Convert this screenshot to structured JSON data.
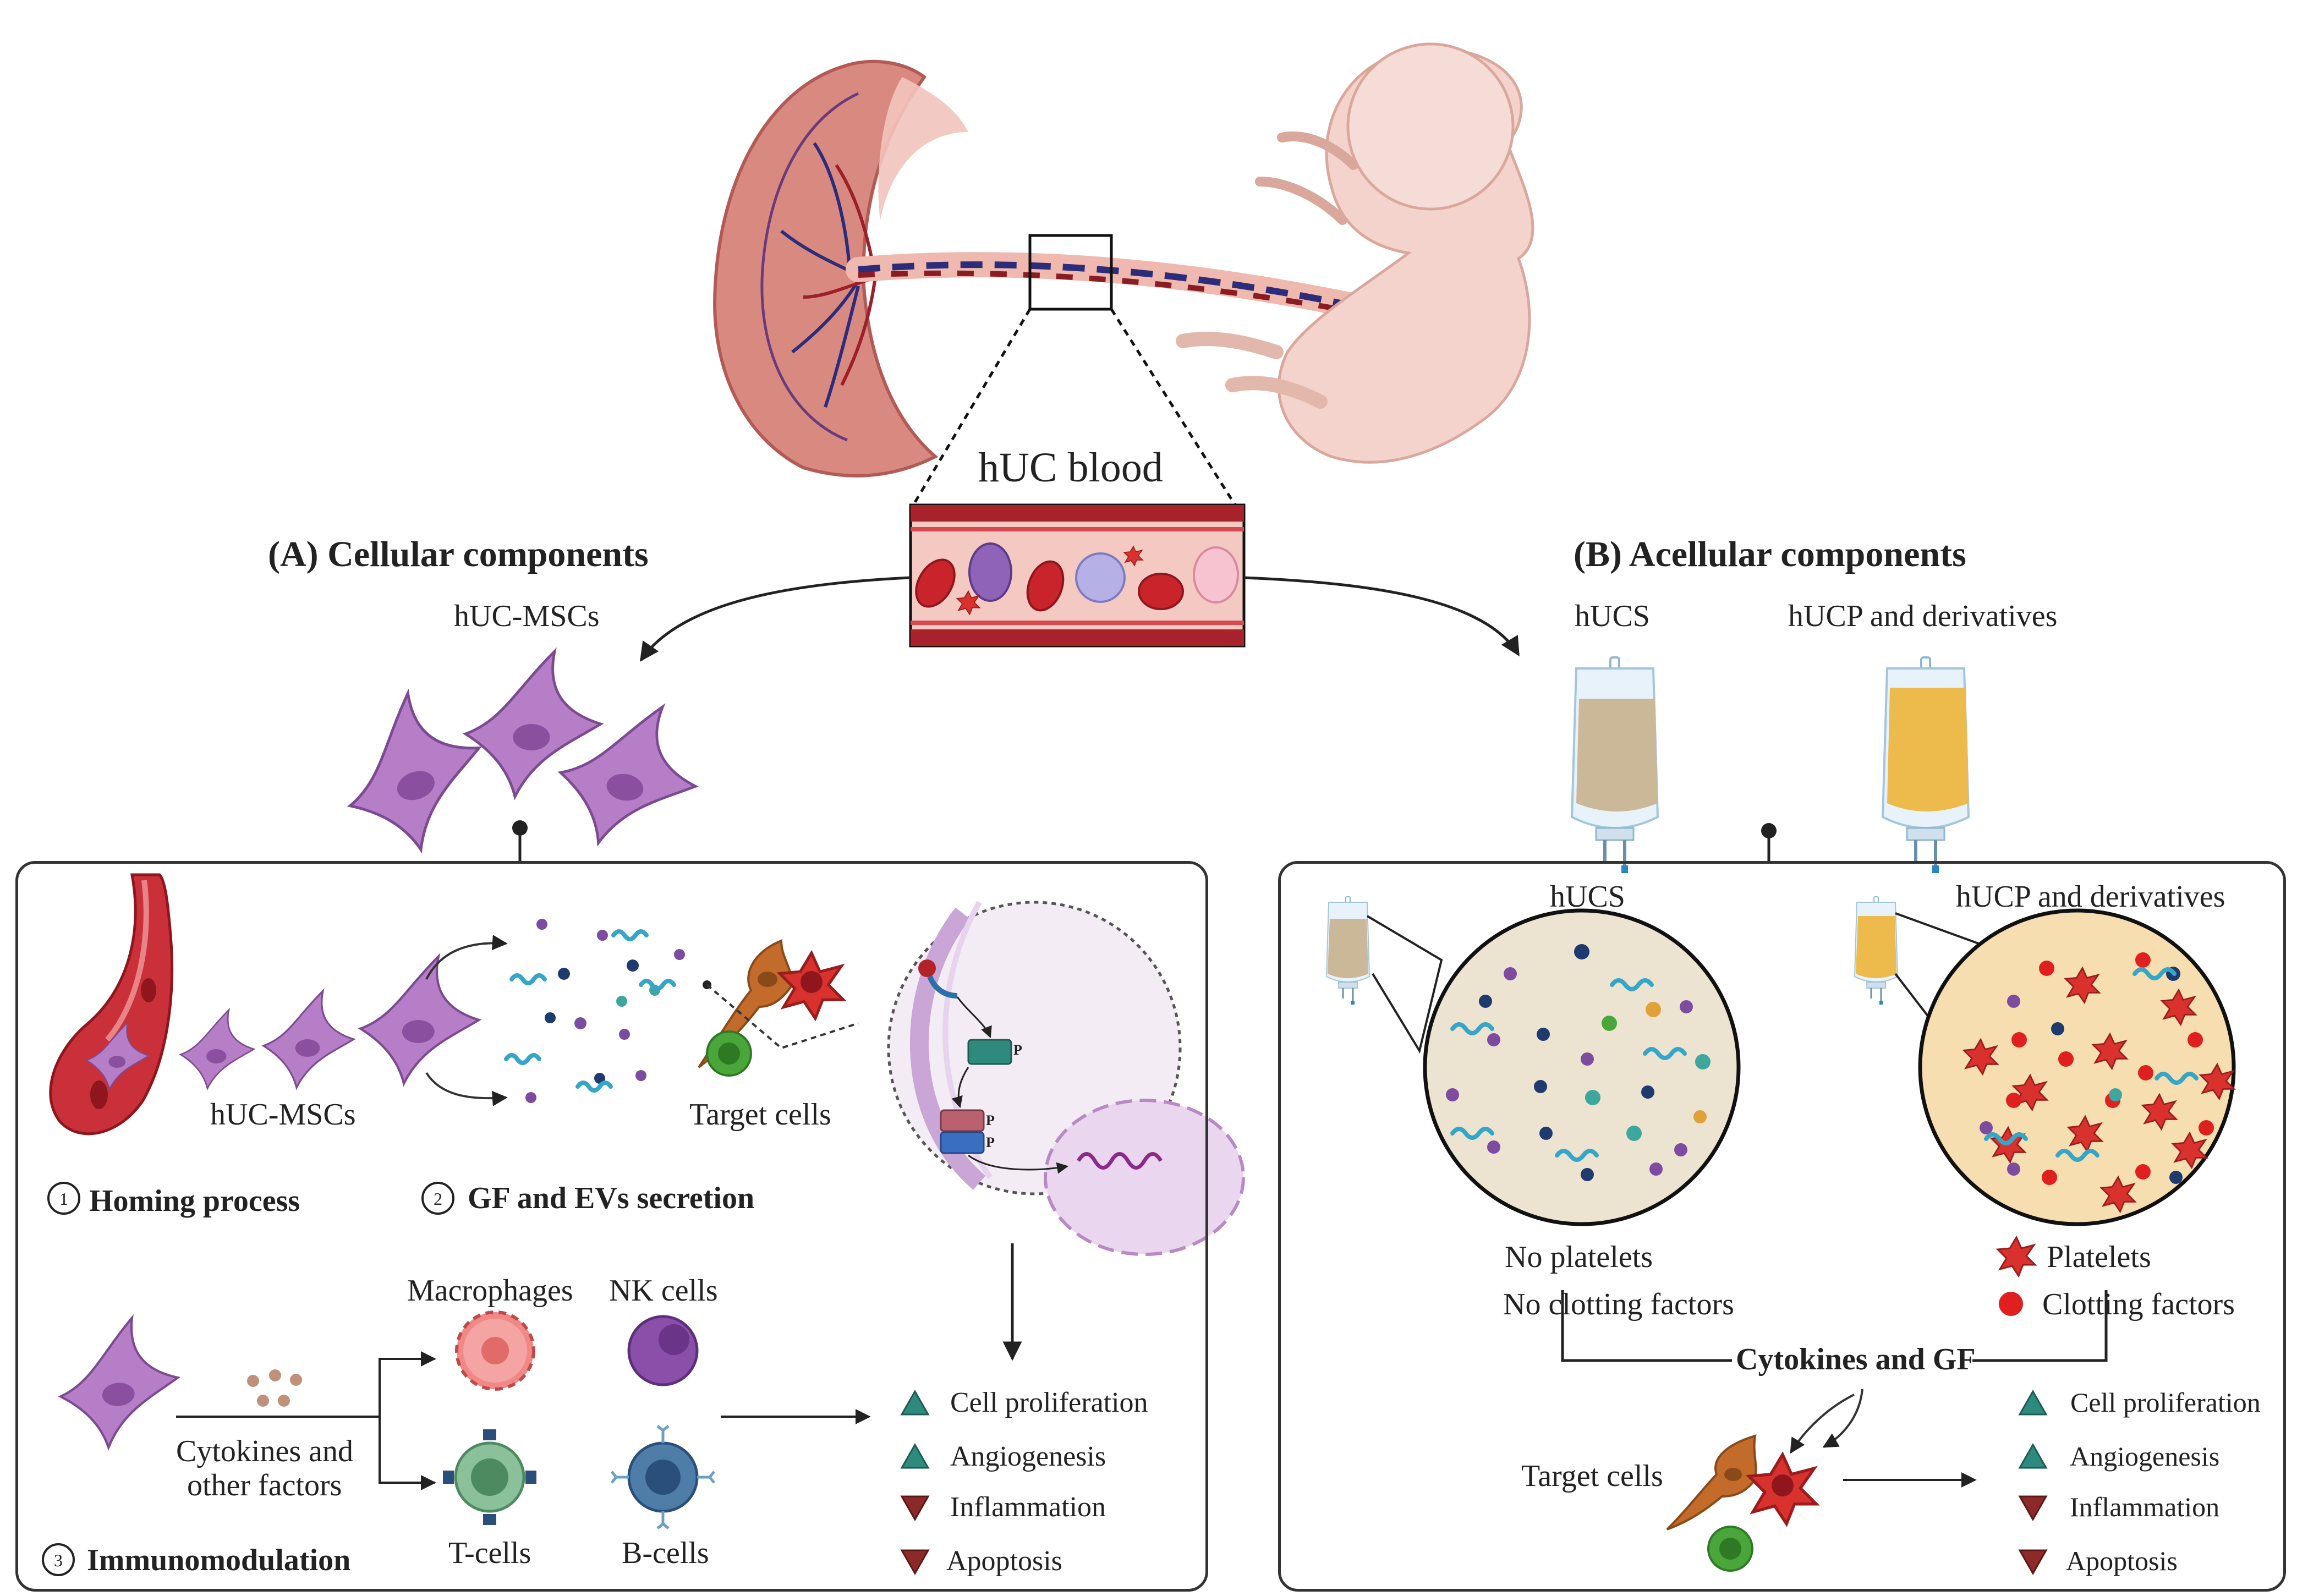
{
  "title": "hUC blood",
  "section_a": {
    "title": "(A)  Cellular components",
    "cells_label": "hUC-MSCs",
    "panel": {
      "msc_label": "hUC-MSCs",
      "target_label": "Target cells",
      "step1": {
        "num": "1",
        "label": "Homing process"
      },
      "step2": {
        "num": "2",
        "label": "GF and EVs secretion"
      },
      "step3": {
        "num": "3",
        "label": "Immunomodulation"
      },
      "cytokines_line1": "Cytokines and",
      "cytokines_line2": "other factors",
      "immune_cells": [
        "Macrophages",
        "NK cells",
        "T-cells",
        "B-cells"
      ],
      "effects": [
        {
          "label": "Cell proliferation",
          "direction": "up"
        },
        {
          "label": "Angiogenesis",
          "direction": "up"
        },
        {
          "label": "Inflammation",
          "direction": "down"
        },
        {
          "label": "Apoptosis",
          "direction": "down"
        }
      ],
      "phospho_mark": "P"
    }
  },
  "section_b": {
    "title": "(B)  Acellular components",
    "bag1_label": "hUCS",
    "bag2_label": "hUCP and derivatives",
    "panel": {
      "hucs_label": "hUCS",
      "hucp_label": "hUCP and derivatives",
      "no_platelets": "No platelets",
      "no_clotting": "No clotting factors",
      "platelets": "Platelets",
      "clotting": "Clotting factors",
      "cytokines_gf": "Cytokines and GF",
      "target_label": "Target cells",
      "effects": [
        {
          "label": "Cell proliferation",
          "direction": "up"
        },
        {
          "label": "Angiogenesis",
          "direction": "up"
        },
        {
          "label": "Inflammation",
          "direction": "down"
        },
        {
          "label": "Apoptosis",
          "direction": "down"
        }
      ]
    }
  },
  "colors": {
    "msc": "#b57ec6",
    "up_arrow": "#2e8a7c",
    "down_arrow": "#8c2a2a",
    "blood": "#b7262b",
    "serum": "#cbb898",
    "plasma": "#edba4c",
    "platelet": "#d9322e"
  }
}
